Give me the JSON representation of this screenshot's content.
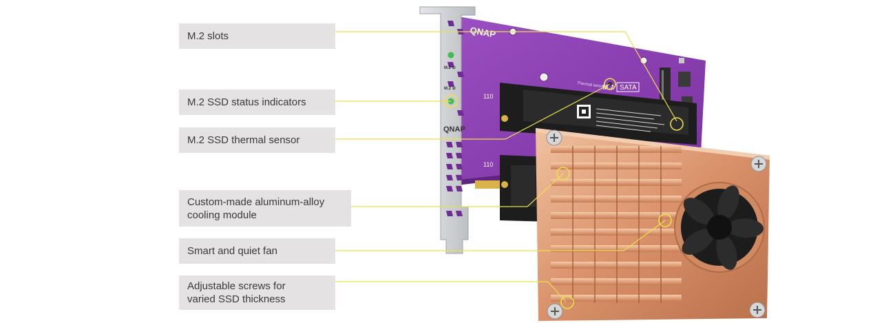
{
  "callouts": [
    {
      "id": "m2-slots",
      "lines": [
        "M.2 slots"
      ]
    },
    {
      "id": "status-indicators",
      "lines": [
        "M.2 SSD status indicators"
      ]
    },
    {
      "id": "thermal-sensor",
      "lines": [
        "M.2 SSD thermal sensor"
      ]
    },
    {
      "id": "cooling-module",
      "lines": [
        "Custom-made aluminum-alloy",
        "cooling module"
      ]
    },
    {
      "id": "fan",
      "lines": [
        "Smart and quiet fan"
      ]
    },
    {
      "id": "screws",
      "lines": [
        "Adjustable screws for",
        "varied SSD thickness"
      ]
    }
  ],
  "board": {
    "brand": "QNAP",
    "slot_badge_prefix": "M.2",
    "slot_badge": "SATA",
    "slot_size_upper": "110",
    "slot_size_lower": "110",
    "bracket_label_1": "M.2 ①",
    "bracket_label_2": "M.2 ②",
    "sensor_label": "Thermal sensor"
  },
  "colors": {
    "callout_bg": "#e4e2e3",
    "callout_text": "#3a3a3a",
    "leader_line": "#ece04c",
    "pcb": "#8b3fb0",
    "copper": "#d2865a",
    "fan": "#1c1c1c",
    "bracket": "#c9cbce"
  }
}
